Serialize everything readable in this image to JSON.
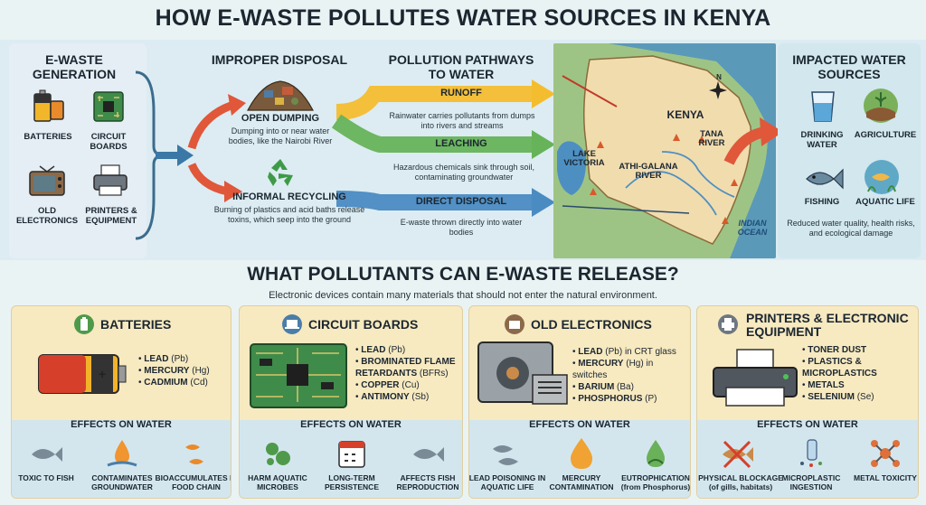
{
  "title": "HOW E-WASTE POLLUTES WATER SOURCES IN KENYA",
  "generation": {
    "title": "E-WASTE GENERATION",
    "items": [
      "BATTERIES",
      "CIRCUIT BOARDS",
      "OLD ELECTRONICS",
      "PRINTERS & EQUIPMENT"
    ]
  },
  "disposal": {
    "title": "IMPROPER DISPOSAL",
    "dumping": {
      "label": "OPEN DUMPING",
      "desc": "Dumping into or near water bodies, like the Nairobi River"
    },
    "recycling": {
      "label": "INFORMAL RECYCLING",
      "desc": "Burning of plastics and acid baths release toxins, which seep into the ground"
    }
  },
  "pathways": {
    "title": "POLLUTION PATHWAYS TO WATER",
    "runoff": {
      "label": "RUNOFF",
      "desc": "Rainwater carries pollutants from dumps into rivers and streams"
    },
    "leaching": {
      "label": "LEACHING",
      "desc": "Hazardous chemicals sink through soil, contaminating groundwater"
    },
    "direct": {
      "label": "DIRECT DISPOSAL",
      "desc": "E-waste thrown directly into water bodies"
    }
  },
  "map": {
    "country": "KENYA",
    "lake": "LAKE VICTORIA",
    "tana": "TANA RIVER",
    "athi": "ATHI-GALANA RIVER",
    "ocean": "INDIAN OCEAN",
    "compass": "N"
  },
  "impacted": {
    "title": "IMPACTED WATER SOURCES",
    "items": [
      "DRINKING WATER",
      "AGRICULTURE",
      "FISHING",
      "AQUATIC LIFE"
    ],
    "desc": "Reduced water quality, health risks, and ecological damage"
  },
  "pollutants": {
    "title": "WHAT POLLUTANTS CAN E-WASTE RELEASE?",
    "subtitle": "Electronic devices contain many materials that should not enter the natural environment.",
    "effects_title": "EFFECTS ON WATER",
    "cards": [
      {
        "title": "BATTERIES",
        "items": [
          [
            "LEAD",
            " (Pb)"
          ],
          [
            "MERCURY",
            " (Hg)"
          ],
          [
            "CADMIUM",
            " (Cd)"
          ]
        ],
        "effects": [
          "TOXIC TO FISH",
          "CONTAMINATES GROUNDWATER",
          "BIOACCUMULATES IN FOOD CHAIN"
        ]
      },
      {
        "title": "CIRCUIT BOARDS",
        "items": [
          [
            "LEAD",
            " (Pb)"
          ],
          [
            "BROMINATED FLAME RETARDANTS",
            " (BFRs)"
          ],
          [
            "COPPER",
            " (Cu)"
          ],
          [
            "ANTIMONY",
            " (Sb)"
          ]
        ],
        "effects": [
          "HARM AQUATIC MICROBES",
          "LONG-TERM PERSISTENCE",
          "AFFECTS FISH REPRODUCTION"
        ]
      },
      {
        "title": "OLD ELECTRONICS",
        "items": [
          [
            "LEAD",
            " (Pb) in CRT glass"
          ],
          [
            "MERCURY",
            " (Hg) in switches"
          ],
          [
            "BARIUM",
            " (Ba)"
          ],
          [
            "PHOSPHORUS",
            " (P)"
          ]
        ],
        "effects": [
          "LEAD POISONING IN AQUATIC LIFE",
          "MERCURY CONTAMINATION",
          "EUTROPHICATION (from Phosphorus)"
        ]
      },
      {
        "title": "PRINTERS & ELECTRONIC EQUIPMENT",
        "items": [
          [
            "TONER DUST",
            ""
          ],
          [
            "PLASTICS & MICROPLASTICS",
            ""
          ],
          [
            "METALS",
            ""
          ],
          [
            "SELENIUM",
            " (Se)"
          ]
        ],
        "effects": [
          "PHYSICAL BLOCKAGE (of gills, habitats)",
          "MICROPLASTIC INGESTION",
          "METAL TOXICITY"
        ]
      }
    ]
  }
}
